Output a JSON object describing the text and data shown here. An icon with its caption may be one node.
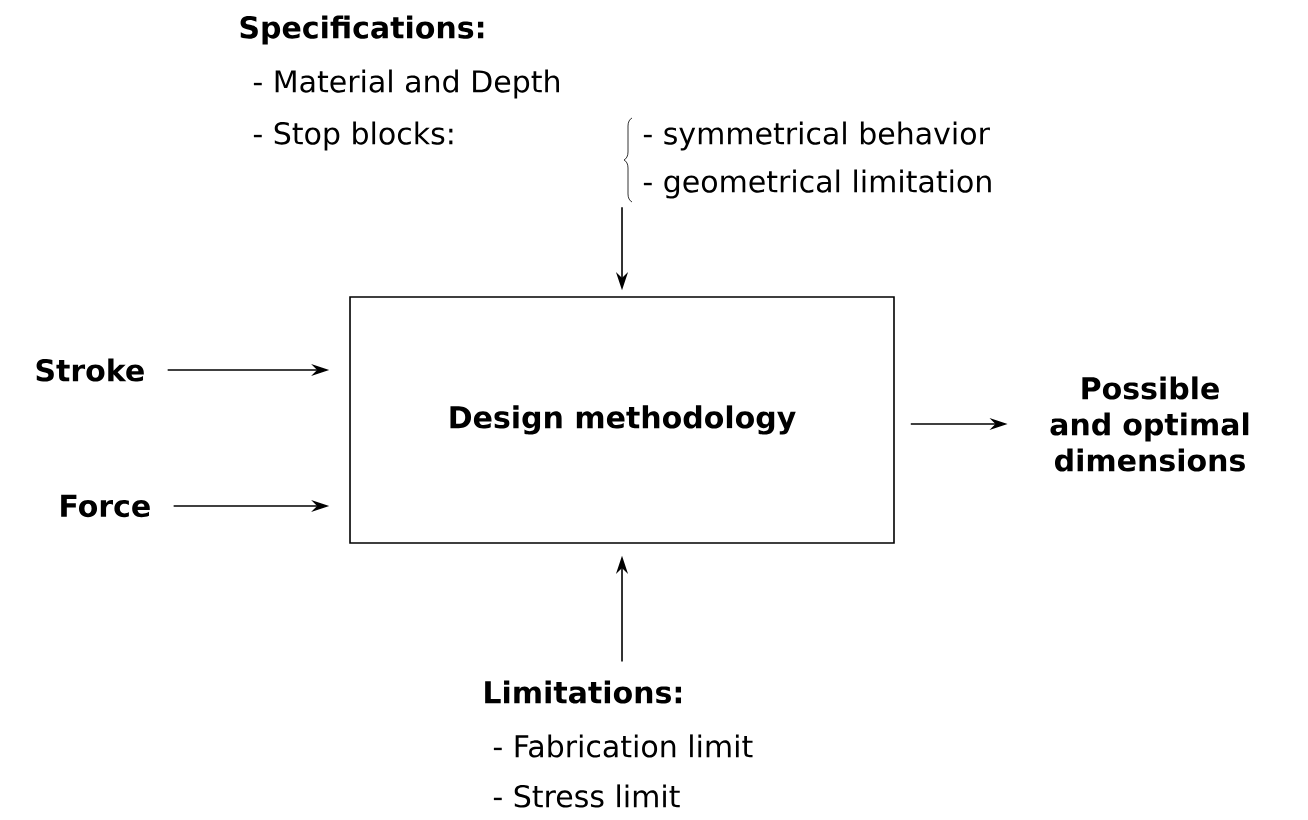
{
  "diagram": {
    "nodes": [
      {
        "text": [
          "Specifications:",
          "- Material and Depth",
          "- Stop blocks:",
          "- symmetrical behavior",
          "- geometrical limitation"
        ]
      },
      {
        "text": [
          "Stroke"
        ]
      },
      {
        "text": [
          "Force"
        ]
      },
      {
        "text": [
          "Design methodology"
        ]
      },
      {
        "text": [
          "Possible and optimal dimensions"
        ]
      },
      {
        "text": [
          "Limitations:",
          "- Fabrication limit",
          "- Stress limit"
        ]
      }
    ],
    "edges": [
      {
        "from": 0,
        "to": 3,
        "arrow": "to"
      },
      {
        "from": 1,
        "to": 3,
        "arrow": "to"
      },
      {
        "from": 2,
        "to": 3,
        "arrow": "to"
      },
      {
        "from": 5,
        "to": 3,
        "arrow": "to"
      },
      {
        "from": 3,
        "to": 4,
        "arrow": "to"
      }
    ]
  }
}
